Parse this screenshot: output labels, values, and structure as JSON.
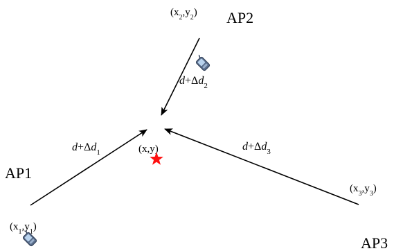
{
  "diagram": {
    "access_points": [
      {
        "name": "AP1",
        "coord_var": "x",
        "coord_sub": "1",
        "coord_var2": "y",
        "coord_sub2": "1"
      },
      {
        "name": "AP2",
        "coord_var": "x",
        "coord_sub": "2",
        "coord_var2": "y",
        "coord_sub2": "2"
      },
      {
        "name": "AP3",
        "coord_var": "x",
        "coord_sub": "3",
        "coord_var2": "y",
        "coord_sub2": "3"
      }
    ],
    "target": {
      "label": "(x,y)",
      "color": "#ff1010"
    },
    "distances": [
      {
        "d": "d",
        "plus": "+",
        "delta": "Δ",
        "dd": "d",
        "sub": "1"
      },
      {
        "d": "d",
        "plus": "+",
        "delta": "Δ",
        "dd": "d",
        "sub": "2"
      },
      {
        "d": "d",
        "plus": "+",
        "delta": "Δ",
        "dd": "d",
        "sub": "3"
      }
    ],
    "colors": {
      "arrow": "#000000",
      "device_body": "#5a6e8c",
      "device_screen": "#b9d3ee"
    },
    "icons": [
      "phone-device-icon",
      "phone-device-icon",
      "red-star-icon"
    ]
  }
}
